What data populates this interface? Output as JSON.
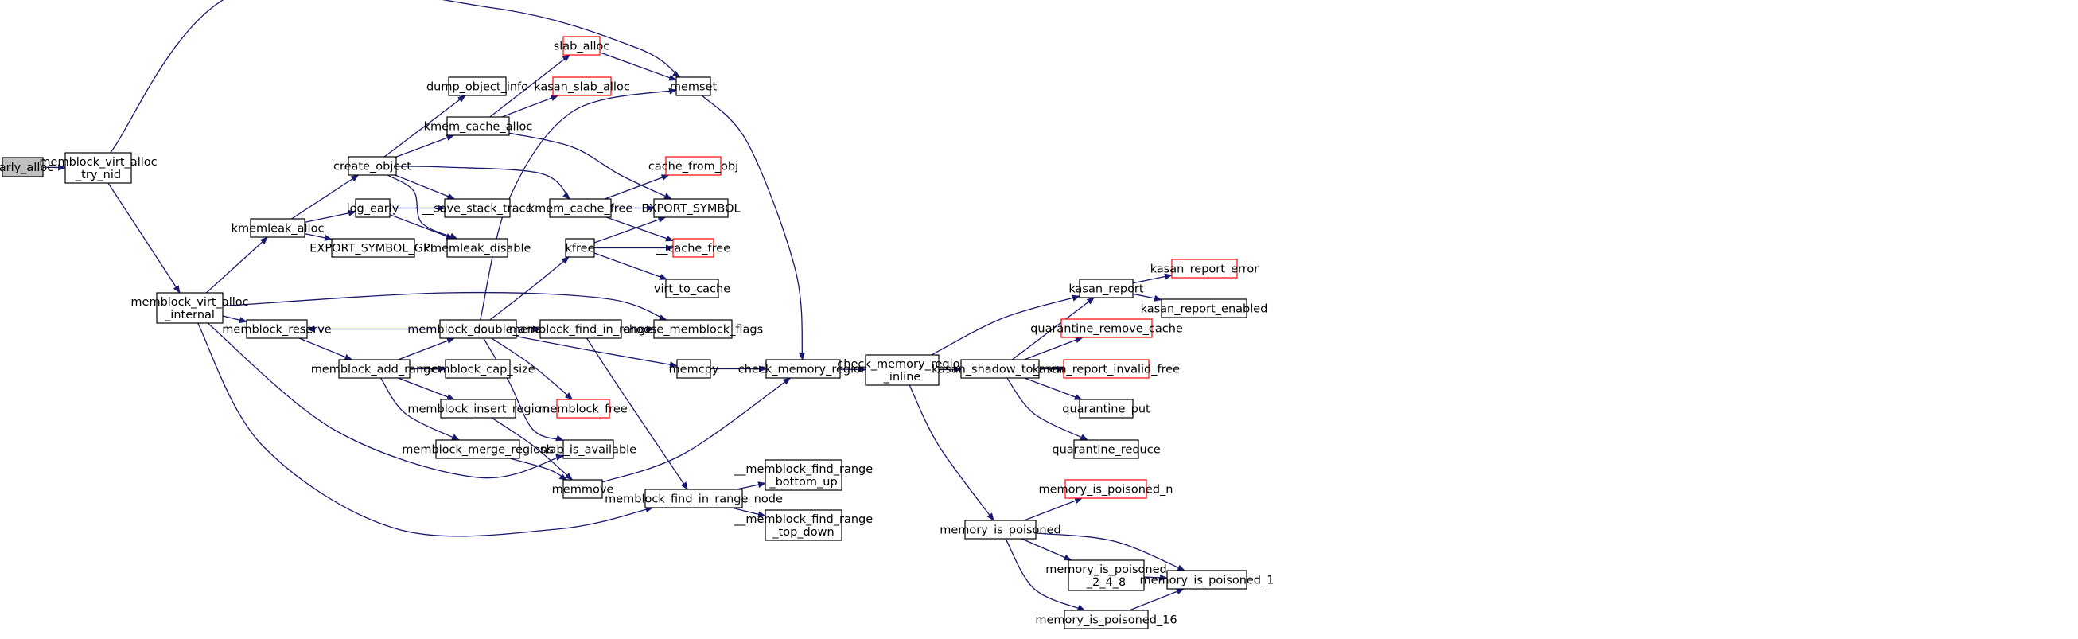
{
  "graph": {
    "root": "early_alloc",
    "colors": {
      "edge": "#191970",
      "node_border": "#000000",
      "truncated_border": "#ff0000",
      "root_fill": "#bfbfbf",
      "node_fill": "#ffffff"
    },
    "nodes": [
      {
        "id": "early_alloc",
        "lines": [
          "early_alloc"
        ],
        "style": "root"
      },
      {
        "id": "memblock_virt_alloc_try_nid",
        "lines": [
          "memblock_virt_alloc",
          "_try_nid"
        ],
        "style": "normal"
      },
      {
        "id": "memblock_virt_alloc_internal",
        "lines": [
          "memblock_virt_alloc",
          "_internal"
        ],
        "style": "normal"
      },
      {
        "id": "kmemleak_alloc",
        "lines": [
          "kmemleak_alloc"
        ],
        "style": "normal"
      },
      {
        "id": "memblock_reserve",
        "lines": [
          "memblock_reserve"
        ],
        "style": "normal"
      },
      {
        "id": "create_object",
        "lines": [
          "create_object"
        ],
        "style": "normal"
      },
      {
        "id": "log_early",
        "lines": [
          "log_early"
        ],
        "style": "normal"
      },
      {
        "id": "EXPORT_SYMBOL_GPL",
        "lines": [
          "EXPORT_SYMBOL_GPL"
        ],
        "style": "normal"
      },
      {
        "id": "memblock_add_range",
        "lines": [
          "memblock_add_range"
        ],
        "style": "normal"
      },
      {
        "id": "dump_object_info",
        "lines": [
          "dump_object_info"
        ],
        "style": "normal"
      },
      {
        "id": "kmem_cache_alloc",
        "lines": [
          "kmem_cache_alloc"
        ],
        "style": "normal"
      },
      {
        "id": "__save_stack_trace",
        "lines": [
          "__save_stack_trace"
        ],
        "style": "normal"
      },
      {
        "id": "kmemleak_disable",
        "lines": [
          "kmemleak_disable"
        ],
        "style": "normal"
      },
      {
        "id": "memblock_double_array",
        "lines": [
          "memblock_double_array"
        ],
        "style": "normal"
      },
      {
        "id": "memblock_cap_size",
        "lines": [
          "memblock_cap_size"
        ],
        "style": "normal"
      },
      {
        "id": "memblock_insert_region",
        "lines": [
          "memblock_insert_region"
        ],
        "style": "normal"
      },
      {
        "id": "memblock_merge_regions",
        "lines": [
          "memblock_merge_regions"
        ],
        "style": "normal"
      },
      {
        "id": "slab_alloc",
        "lines": [
          "slab_alloc"
        ],
        "style": "truncated"
      },
      {
        "id": "kasan_slab_alloc",
        "lines": [
          "kasan_slab_alloc"
        ],
        "style": "truncated"
      },
      {
        "id": "kmem_cache_free",
        "lines": [
          "kmem_cache_free"
        ],
        "style": "normal"
      },
      {
        "id": "kfree",
        "lines": [
          "kfree"
        ],
        "style": "normal"
      },
      {
        "id": "memblock_find_in_range",
        "lines": [
          "memblock_find_in_range"
        ],
        "style": "normal"
      },
      {
        "id": "memblock_free",
        "lines": [
          "memblock_free"
        ],
        "style": "truncated"
      },
      {
        "id": "slab_is_available",
        "lines": [
          "slab_is_available"
        ],
        "style": "normal"
      },
      {
        "id": "memmove",
        "lines": [
          "memmove"
        ],
        "style": "normal"
      },
      {
        "id": "memblock_find_in_range_node",
        "lines": [
          "memblock_find_in_range_node"
        ],
        "style": "normal"
      },
      {
        "id": "memset",
        "lines": [
          "memset"
        ],
        "style": "normal"
      },
      {
        "id": "cache_from_obj",
        "lines": [
          "cache_from_obj"
        ],
        "style": "truncated"
      },
      {
        "id": "EXPORT_SYMBOL",
        "lines": [
          "EXPORT_SYMBOL"
        ],
        "style": "normal"
      },
      {
        "id": "__cache_free",
        "lines": [
          "__cache_free"
        ],
        "style": "truncated"
      },
      {
        "id": "virt_to_cache",
        "lines": [
          "virt_to_cache"
        ],
        "style": "normal"
      },
      {
        "id": "choose_memblock_flags",
        "lines": [
          "choose_memblock_flags"
        ],
        "style": "normal"
      },
      {
        "id": "memcpy",
        "lines": [
          "memcpy"
        ],
        "style": "normal"
      },
      {
        "id": "__memblock_find_range_bottom_up",
        "lines": [
          "__memblock_find_range",
          "_bottom_up"
        ],
        "style": "normal"
      },
      {
        "id": "__memblock_find_range_top_down",
        "lines": [
          "__memblock_find_range",
          "_top_down"
        ],
        "style": "normal"
      },
      {
        "id": "check_memory_region",
        "lines": [
          "check_memory_region"
        ],
        "style": "normal"
      },
      {
        "id": "check_memory_region_inline",
        "lines": [
          "check_memory_region",
          "_inline"
        ],
        "style": "normal"
      },
      {
        "id": "kasan_report",
        "lines": [
          "kasan_report"
        ],
        "style": "normal"
      },
      {
        "id": "kasan_shadow_to_mem",
        "lines": [
          "kasan_shadow_to_mem"
        ],
        "style": "normal"
      },
      {
        "id": "memory_is_poisoned",
        "lines": [
          "memory_is_poisoned"
        ],
        "style": "normal"
      },
      {
        "id": "kasan_report_error",
        "lines": [
          "kasan_report_error"
        ],
        "style": "truncated"
      },
      {
        "id": "kasan_report_enabled",
        "lines": [
          "kasan_report_enabled"
        ],
        "style": "normal"
      },
      {
        "id": "quarantine_remove_cache",
        "lines": [
          "quarantine_remove_cache"
        ],
        "style": "truncated"
      },
      {
        "id": "kasan_report_invalid_free",
        "lines": [
          "kasan_report_invalid_free"
        ],
        "style": "truncated"
      },
      {
        "id": "quarantine_put",
        "lines": [
          "quarantine_put"
        ],
        "style": "normal"
      },
      {
        "id": "quarantine_reduce",
        "lines": [
          "quarantine_reduce"
        ],
        "style": "normal"
      },
      {
        "id": "memory_is_poisoned_n",
        "lines": [
          "memory_is_poisoned_n"
        ],
        "style": "truncated"
      },
      {
        "id": "memory_is_poisoned_2_4_8",
        "lines": [
          "memory_is_poisoned",
          "_2_4_8"
        ],
        "style": "normal"
      },
      {
        "id": "memory_is_poisoned_16",
        "lines": [
          "memory_is_poisoned_16"
        ],
        "style": "normal"
      },
      {
        "id": "memory_is_poisoned_1",
        "lines": [
          "memory_is_poisoned_1"
        ],
        "style": "normal"
      }
    ],
    "edges": [
      [
        "early_alloc",
        "memblock_virt_alloc_try_nid"
      ],
      [
        "memblock_virt_alloc_try_nid",
        "memblock_virt_alloc_internal"
      ],
      [
        "memblock_virt_alloc_try_nid",
        "memset"
      ],
      [
        "memblock_virt_alloc_internal",
        "kmemleak_alloc"
      ],
      [
        "memblock_virt_alloc_internal",
        "memblock_reserve"
      ],
      [
        "memblock_virt_alloc_internal",
        "choose_memblock_flags"
      ],
      [
        "memblock_virt_alloc_internal",
        "slab_is_available"
      ],
      [
        "memblock_virt_alloc_internal",
        "memblock_find_in_range_node"
      ],
      [
        "kmemleak_alloc",
        "create_object"
      ],
      [
        "kmemleak_alloc",
        "log_early"
      ],
      [
        "kmemleak_alloc",
        "EXPORT_SYMBOL_GPL"
      ],
      [
        "create_object",
        "dump_object_info"
      ],
      [
        "create_object",
        "kmem_cache_alloc"
      ],
      [
        "create_object",
        "__save_stack_trace"
      ],
      [
        "create_object",
        "kmemleak_disable"
      ],
      [
        "create_object",
        "kmem_cache_free"
      ],
      [
        "log_early",
        "__save_stack_trace"
      ],
      [
        "log_early",
        "kmemleak_disable"
      ],
      [
        "kmem_cache_alloc",
        "slab_alloc"
      ],
      [
        "kmem_cache_alloc",
        "kasan_slab_alloc"
      ],
      [
        "kmem_cache_alloc",
        "EXPORT_SYMBOL"
      ],
      [
        "slab_alloc",
        "memset"
      ],
      [
        "kmem_cache_free",
        "cache_from_obj"
      ],
      [
        "kmem_cache_free",
        "EXPORT_SYMBOL"
      ],
      [
        "kmem_cache_free",
        "__cache_free"
      ],
      [
        "kfree",
        "EXPORT_SYMBOL"
      ],
      [
        "kfree",
        "__cache_free"
      ],
      [
        "kfree",
        "virt_to_cache"
      ],
      [
        "memblock_reserve",
        "memblock_add_range"
      ],
      [
        "memblock_double_array",
        "memblock_reserve"
      ],
      [
        "memblock_add_range",
        "memblock_double_array"
      ],
      [
        "memblock_add_range",
        "memblock_cap_size"
      ],
      [
        "memblock_add_range",
        "memblock_insert_region"
      ],
      [
        "memblock_add_range",
        "memblock_merge_regions"
      ],
      [
        "memblock_double_array",
        "memset"
      ],
      [
        "memblock_double_array",
        "kfree"
      ],
      [
        "memblock_double_array",
        "memblock_find_in_range"
      ],
      [
        "memblock_double_array",
        "memcpy"
      ],
      [
        "memblock_double_array",
        "memblock_free"
      ],
      [
        "memblock_double_array",
        "slab_is_available"
      ],
      [
        "memblock_insert_region",
        "memmove"
      ],
      [
        "memblock_merge_regions",
        "memmove"
      ],
      [
        "memblock_find_in_range",
        "choose_memblock_flags"
      ],
      [
        "memblock_find_in_range",
        "memblock_find_in_range_node"
      ],
      [
        "memblock_find_in_range_node",
        "__memblock_find_range_bottom_up"
      ],
      [
        "memblock_find_in_range_node",
        "__memblock_find_range_top_down"
      ],
      [
        "memset",
        "check_memory_region"
      ],
      [
        "memcpy",
        "check_memory_region"
      ],
      [
        "memmove",
        "check_memory_region"
      ],
      [
        "check_memory_region",
        "check_memory_region_inline"
      ],
      [
        "check_memory_region_inline",
        "kasan_report"
      ],
      [
        "check_memory_region_inline",
        "kasan_shadow_to_mem"
      ],
      [
        "check_memory_region_inline",
        "memory_is_poisoned"
      ],
      [
        "kasan_shadow_to_mem",
        "kasan_report"
      ],
      [
        "kasan_shadow_to_mem",
        "quarantine_remove_cache"
      ],
      [
        "kasan_shadow_to_mem",
        "kasan_report_invalid_free"
      ],
      [
        "kasan_shadow_to_mem",
        "quarantine_put"
      ],
      [
        "kasan_shadow_to_mem",
        "quarantine_reduce"
      ],
      [
        "kasan_report",
        "kasan_report_error"
      ],
      [
        "kasan_report",
        "kasan_report_enabled"
      ],
      [
        "memory_is_poisoned",
        "memory_is_poisoned_n"
      ],
      [
        "memory_is_poisoned",
        "memory_is_poisoned_2_4_8"
      ],
      [
        "memory_is_poisoned",
        "memory_is_poisoned_16"
      ],
      [
        "memory_is_poisoned",
        "memory_is_poisoned_1"
      ],
      [
        "memory_is_poisoned_2_4_8",
        "memory_is_poisoned_1"
      ],
      [
        "memory_is_poisoned_16",
        "memory_is_poisoned_1"
      ]
    ]
  }
}
